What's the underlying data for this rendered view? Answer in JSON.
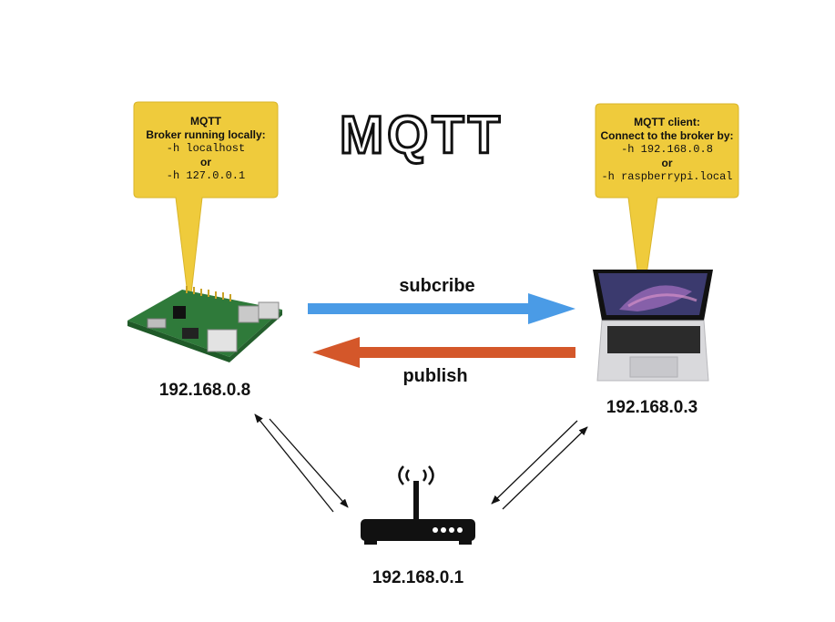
{
  "title": "MQTT",
  "broker_callout": {
    "line1": "MQTT",
    "line2": "Broker running locally:",
    "line3": "-h localhost",
    "line4": "or",
    "line5": "-h 127.0.0.1"
  },
  "client_callout": {
    "line1": "MQTT client:",
    "line2": "Connect to the broker by:",
    "line3": "-h 192.168.0.8",
    "line4": "or",
    "line5": "-h raspberrypi.local"
  },
  "arrows": {
    "subscribe_label": "subcribe",
    "publish_label": "publish"
  },
  "nodes": {
    "raspberry_pi_ip": "192.168.0.8",
    "laptop_ip": "192.168.0.3",
    "router_ip": "192.168.0.1"
  },
  "colors": {
    "callout_yellow": "#EFCB3C",
    "subscribe_blue": "#4A9BE6",
    "publish_orange": "#D4572A"
  },
  "icons": [
    "raspberry-pi-board",
    "laptop",
    "wifi-router"
  ]
}
